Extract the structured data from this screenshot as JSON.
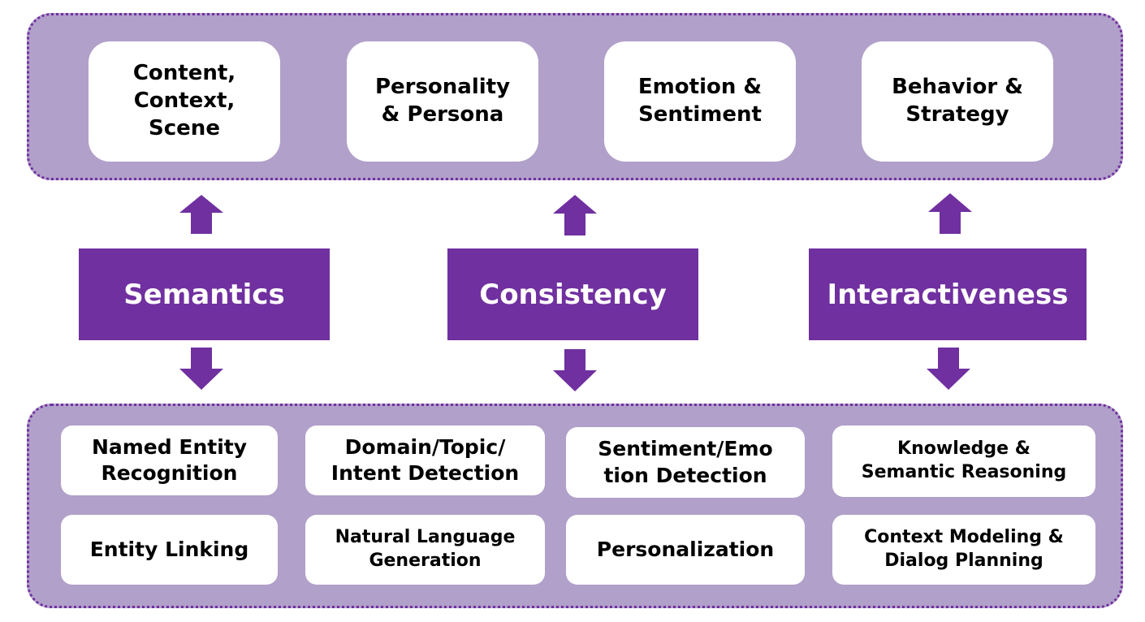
{
  "colors": {
    "accent": "#7030a0",
    "panel": "#b1a0c9",
    "box": "#ffffff"
  },
  "top_row": [
    {
      "label": "Content,\nContext,\nScene"
    },
    {
      "label": "Personality\n& Persona"
    },
    {
      "label": "Emotion &\nSentiment"
    },
    {
      "label": "Behavior &\nStrategy"
    }
  ],
  "pillars": [
    {
      "label": "Semantics"
    },
    {
      "label": "Consistency"
    },
    {
      "label": "Interactiveness"
    }
  ],
  "bottom_row1": [
    {
      "label": "Named Entity\nRecognition"
    },
    {
      "label": "Domain/Topic/\nIntent Detection"
    },
    {
      "label": "Sentiment/Emo\ntion Detection"
    },
    {
      "label": "Knowledge &\nSemantic Reasoning"
    }
  ],
  "bottom_row2": [
    {
      "label": "Entity Linking"
    },
    {
      "label": "Natural Language\nGeneration"
    },
    {
      "label": "Personalization"
    },
    {
      "label": "Context Modeling &\nDialog Planning"
    }
  ]
}
